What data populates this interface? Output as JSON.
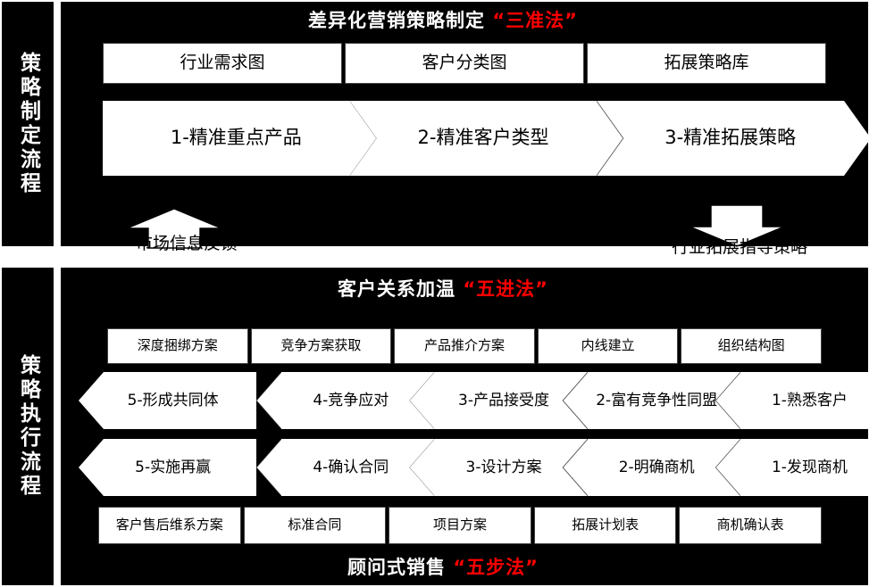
{
  "rails": {
    "top": "策略制定流程",
    "bottom": "策略执行流程"
  },
  "titles": {
    "top_main": "差异化营销策略制定",
    "top_highlight": "“三准法”",
    "mid_main": "客户关系加温",
    "mid_highlight": "“五进法”",
    "bottom_main": "顾问式销售",
    "bottom_highlight": "“五步法”"
  },
  "strategy_section": {
    "tool_boxes": [
      {
        "label": "行业需求图"
      },
      {
        "label": "客户分类图"
      },
      {
        "label": "拓展策略库"
      }
    ],
    "process_steps": [
      {
        "label": "1-精准重点产品"
      },
      {
        "label": "2-精准客户类型"
      },
      {
        "label": "3-精准拓展策略"
      }
    ]
  },
  "connectors": {
    "up": {
      "label": "市场信息反馈",
      "direction": "up"
    },
    "down": {
      "label": "行业拓展指导策略",
      "direction": "down"
    }
  },
  "execution_section": {
    "top_boxes": [
      {
        "label": "深度捆绑方案"
      },
      {
        "label": "竞争方案获取"
      },
      {
        "label": "产品推介方案"
      },
      {
        "label": "内线建立"
      },
      {
        "label": "组织结构图"
      }
    ],
    "relation_steps": [
      {
        "label": "5-形成共同体"
      },
      {
        "label": "4-竞争应对"
      },
      {
        "label": "3-产品接受度"
      },
      {
        "label": "2-富有竞争性同盟"
      },
      {
        "label": "1-熟悉客户"
      }
    ],
    "sales_steps": [
      {
        "label": "5-实施再赢"
      },
      {
        "label": "4-确认合同"
      },
      {
        "label": "3-设计方案"
      },
      {
        "label": "2-明确商机"
      },
      {
        "label": "1-发现商机"
      }
    ],
    "bottom_boxes": [
      {
        "label": "客户售后维系方案"
      },
      {
        "label": "标准合同"
      },
      {
        "label": "项目方案"
      },
      {
        "label": "拓展计划表"
      },
      {
        "label": "商机确认表"
      }
    ]
  },
  "colors": {
    "background": "#000000",
    "box": "#ffffff",
    "highlight": "#ff0000",
    "text_on_dark": "#ffffff",
    "text_on_light": "#000000"
  }
}
